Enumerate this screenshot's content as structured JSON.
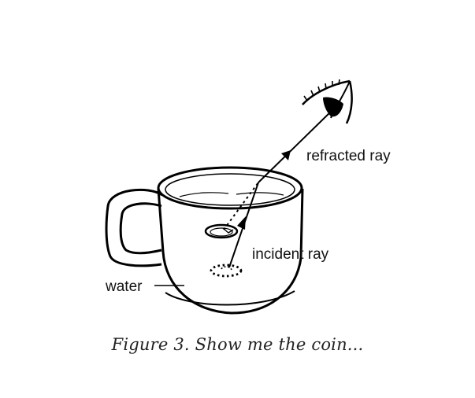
{
  "diagram": {
    "labels": {
      "refracted_ray": "refracted ray",
      "incident_ray": "incident ray",
      "water": "water"
    },
    "caption": "Figure 3. Show me the coin..."
  }
}
